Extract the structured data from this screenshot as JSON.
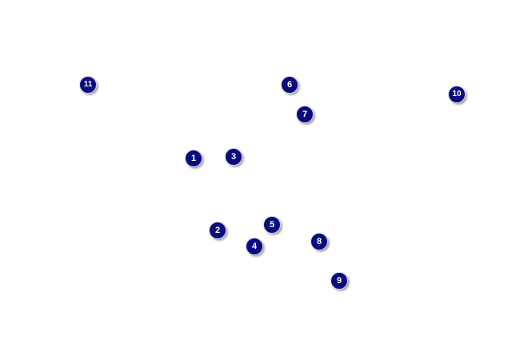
{
  "colors": {
    "marker_fill": "#0a0a7e",
    "marker_border": "#d8d8e8",
    "marker_shadow": "#a8a8a8",
    "label": "#ffffff"
  },
  "markers": [
    {
      "label": "1"
    },
    {
      "label": "2"
    },
    {
      "label": "3"
    },
    {
      "label": "4"
    },
    {
      "label": "5"
    },
    {
      "label": "6"
    },
    {
      "label": "7"
    },
    {
      "label": "8"
    },
    {
      "label": "9"
    },
    {
      "label": "10"
    },
    {
      "label": "11"
    }
  ]
}
